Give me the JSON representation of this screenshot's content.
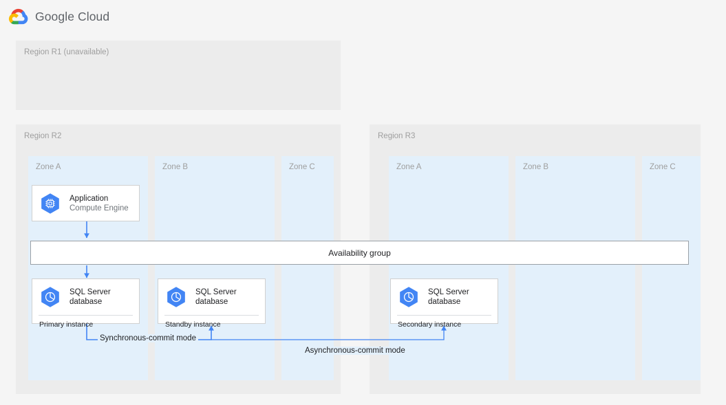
{
  "header": {
    "brand_name": "Google Cloud",
    "logo_icon": "google-cloud-logo",
    "logo_colors": {
      "red": "#EA4335",
      "yellow": "#FBBC05",
      "blue": "#4285F4",
      "green": "#34A853"
    }
  },
  "colors": {
    "page_background": "#f5f5f5",
    "region_background": "#ececec",
    "zone_background": "#e3f0fb",
    "card_background": "#ffffff",
    "card_border": "#d0d0d0",
    "accent_blue": "#4285F4",
    "hex_icon_blue": "#4285F4",
    "label_gray": "#9e9e9e",
    "text_dark": "#202124",
    "text_sub": "#70757a",
    "bar_border": "#9aa0a6"
  },
  "regions": [
    {
      "id": "r1",
      "label": "Region R1 (unavailable)",
      "available": false,
      "zones": []
    },
    {
      "id": "r2",
      "label": "Region R2",
      "available": true,
      "zones": [
        {
          "id": "r2-zone-a",
          "label": "Zone A"
        },
        {
          "id": "r2-zone-b",
          "label": "Zone B"
        },
        {
          "id": "r2-zone-c",
          "label": "Zone C"
        }
      ]
    },
    {
      "id": "r3",
      "label": "Region R3",
      "available": true,
      "zones": [
        {
          "id": "r3-zone-a",
          "label": "Zone A"
        },
        {
          "id": "r3-zone-b",
          "label": "Zone B"
        },
        {
          "id": "r3-zone-c",
          "label": "Zone C"
        }
      ]
    }
  ],
  "nodes": {
    "application": {
      "title": "Application",
      "subtitle": "Compute Engine",
      "icon": "compute-engine-hexagon-icon",
      "zone": "r2-zone-a"
    },
    "primary_db": {
      "title": "SQL Server",
      "title_line2": "database",
      "footer": "Primary instance",
      "icon": "sql-server-database-hexagon-icon",
      "zone": "r2-zone-a"
    },
    "standby_db": {
      "title": "SQL Server",
      "title_line2": "database",
      "footer": "Standby instance",
      "icon": "sql-server-database-hexagon-icon",
      "zone": "r2-zone-b"
    },
    "secondary_db": {
      "title": "SQL Server",
      "title_line2": "database",
      "footer": "Secondary instance",
      "icon": "sql-server-database-hexagon-icon",
      "zone": "r3-zone-a"
    }
  },
  "availability_group": {
    "label": "Availability group"
  },
  "connectors": {
    "sync_label": "Synchronous-commit mode",
    "async_label": "Asynchronous-commit mode"
  }
}
